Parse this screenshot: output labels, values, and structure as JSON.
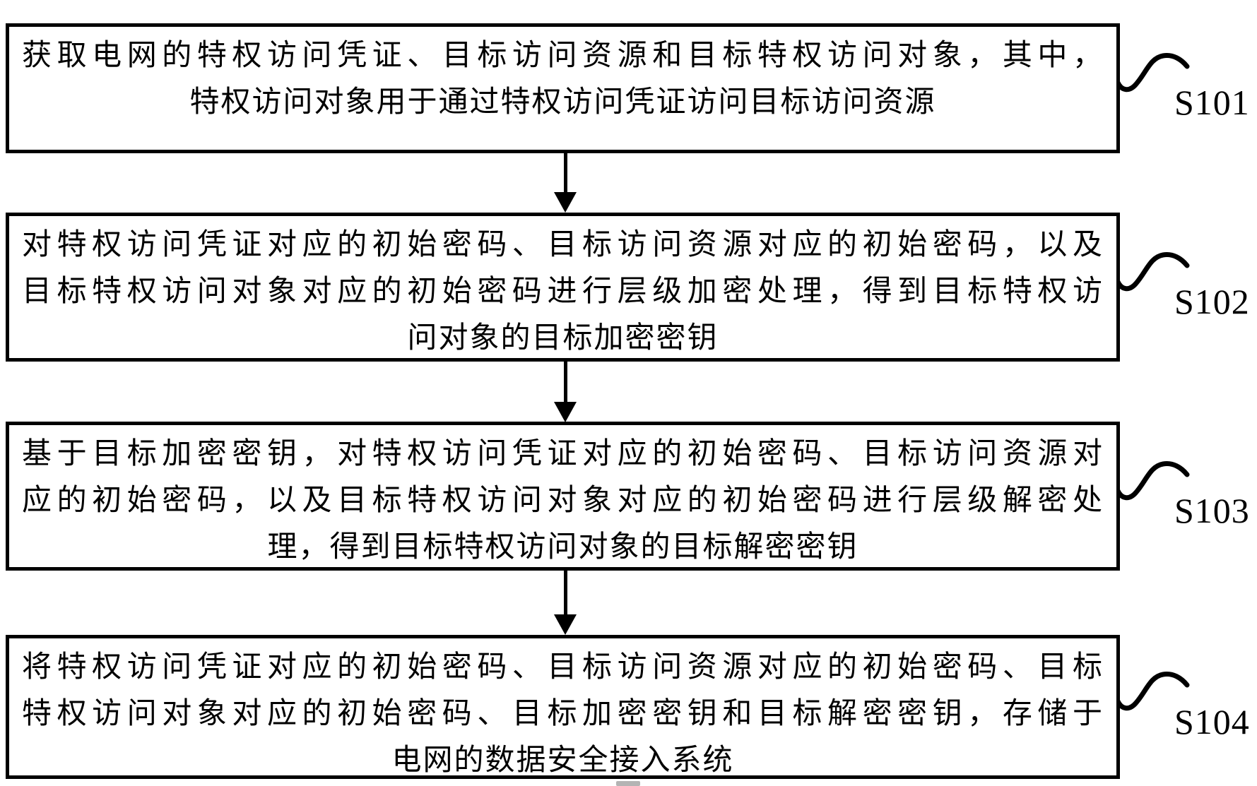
{
  "figure": {
    "type": "patent-method-flowchart",
    "background_color": "#ffffff",
    "ink_color": "#000000"
  },
  "steps": [
    {
      "label": "S101",
      "lines": [
        "获取电网的特权访问凭证、目标访问资源和目标特权访问对象，其中，",
        "特权访问对象用于通过特权访问凭证访问目标访问资源"
      ]
    },
    {
      "label": "S102",
      "lines": [
        "对特权访问凭证对应的初始密码、目标访问资源对应的初始密码，以及",
        "目标特权访问对象对应的初始密码进行层级加密处理，得到目标特权访",
        "问对象的目标加密密钥"
      ]
    },
    {
      "label": "S103",
      "lines": [
        "基于目标加密密钥，对特权访问凭证对应的初始密码、目标访问资源对",
        "应的初始密码，以及目标特权访问对象对应的初始密码进行层级解密处",
        "理，得到目标特权访问对象的目标解密密钥"
      ]
    },
    {
      "label": "S104",
      "lines": [
        "将特权访问凭证对应的初始密码、目标访问资源对应的初始密码、目标",
        "特权访问对象对应的初始密码、目标加密密钥和目标解密密钥，存储于",
        "电网的数据安全接入系统"
      ]
    }
  ]
}
